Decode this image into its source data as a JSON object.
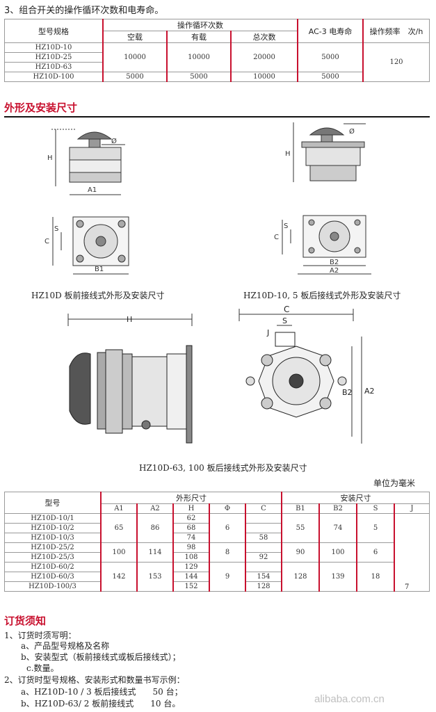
{
  "section3": {
    "title": "3、组合开关的操作循环次数和电寿命。",
    "header_model": "型号规格",
    "header_cycles": "操作循环次数",
    "header_empty": "空载",
    "header_load": "有载",
    "header_total": "总次数",
    "header_ac": "AC-3 电寿命",
    "header_freq": "操作频率　次/h",
    "models": [
      "HZ10D-10",
      "HZ10D-25",
      "HZ10D-63",
      "HZ10D-100"
    ],
    "row_group": [
      "10000",
      "10000",
      "20000",
      "5000"
    ],
    "row_last": [
      "5000",
      "5000",
      "10000",
      "5000"
    ],
    "freq": "120"
  },
  "dims": {
    "title": "外形及安装尺寸",
    "cap_front": "HZ10D 板前接线式外形及安装尺寸",
    "cap_back": "HZ10D-10, 5 板后接线式外形及安装尺寸",
    "cap_big": "HZ10D-63, 100 板后接线式外形及安装尺寸",
    "lbl": {
      "H": "H",
      "A1": "A1",
      "B1": "B1",
      "C": "C",
      "S": "S",
      "phi": "Ø",
      "B2": "B2",
      "A2": "A2",
      "J": "J"
    }
  },
  "table2": {
    "unit": "单位为毫米",
    "h_model": "型号",
    "h_outer": "外形尺寸",
    "h_install": "安装尺寸",
    "cols": [
      "A1",
      "A2",
      "H",
      "Φ",
      "C",
      "B1",
      "B2",
      "S",
      "J"
    ],
    "models": [
      "HZ10D-10/1",
      "HZ10D-10/2",
      "HZ10D-10/3",
      "HZ10D-25/2",
      "HZ10D-25/3",
      "HZ10D-60/2",
      "HZ10D-60/3",
      "HZ10D-100/3"
    ],
    "H": [
      "62",
      "68",
      "74",
      "98",
      "108",
      "129",
      "144",
      "152"
    ],
    "g1": {
      "A1": "65",
      "A2": "86",
      "phi": "6",
      "B1": "55",
      "B2": "74",
      "S": "5"
    },
    "g2": {
      "A1": "100",
      "A2": "114",
      "phi": "8",
      "B1": "90",
      "B2": "100",
      "S": "6"
    },
    "g3": {
      "A1": "142",
      "A2": "153",
      "phi": "9",
      "B1": "128",
      "B2": "139",
      "S": "18",
      "J": "7"
    },
    "C": [
      "58",
      "92",
      "154",
      "128"
    ]
  },
  "order": {
    "title": "订货须知",
    "l1": "1、订货时须写明：",
    "l1a": "a、产品型号规格及名称",
    "l1b": "b、安装型式（板前接线式或板后接线式）；",
    "l1c": "c.数量。",
    "l2": "2、订货时型号规格、安装形式和数量书写示例：",
    "l2a": "a、HZ10D-10 / 3 板后接线式　　50 台；",
    "l2b": "b、HZ10D-63/ 2 板前接线式　　10 台。"
  },
  "watermark": "alibaba.com.cn"
}
